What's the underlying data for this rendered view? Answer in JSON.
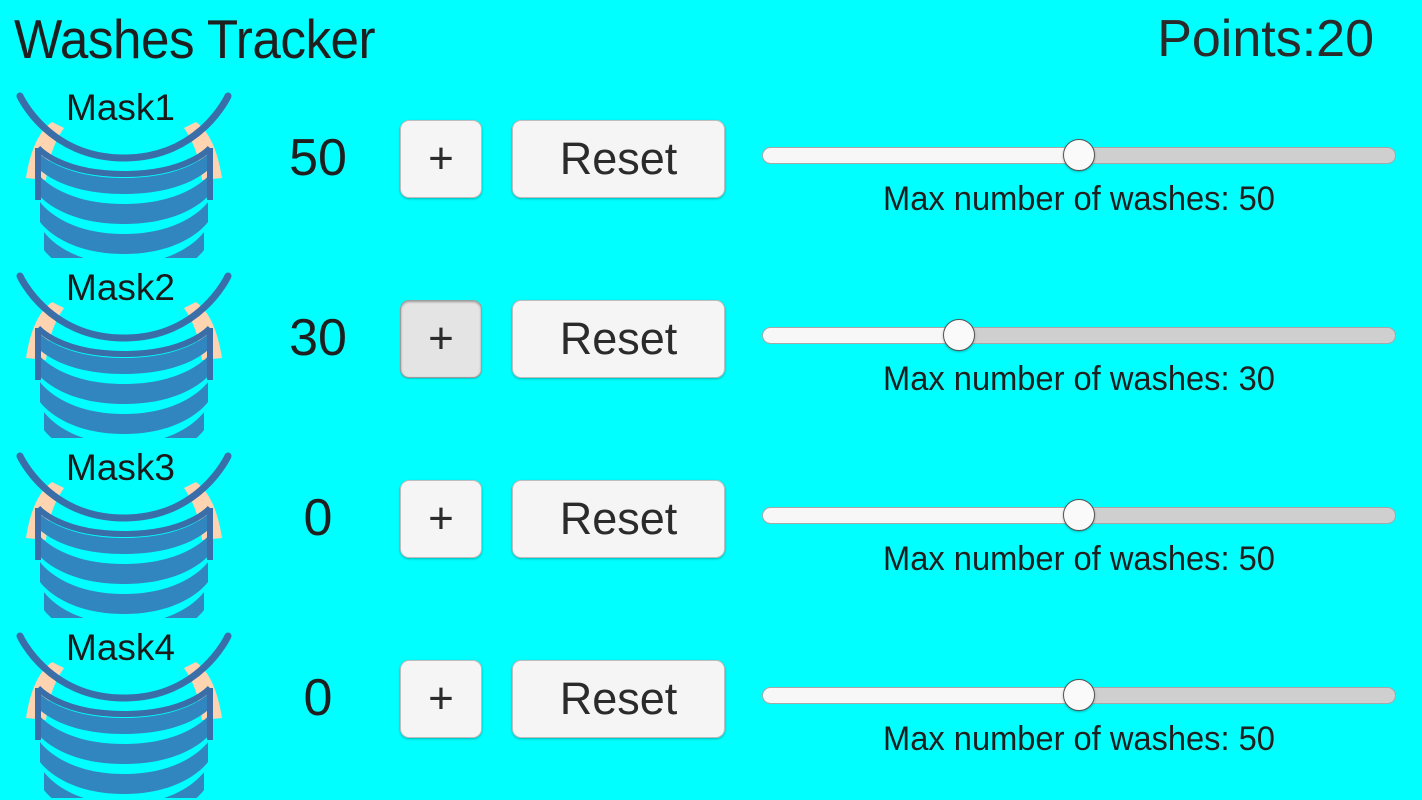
{
  "app": {
    "title": "Washes Tracker",
    "points_label": "Points:20",
    "background_color": "#00FFFF",
    "mask_color": "#3286c0",
    "mask_band_color": "#3a6ea8",
    "strap_color": "#ffd4b0",
    "text_color": "#1f1f1f"
  },
  "icons": {
    "mask": "face-mask-icon",
    "plus": "plus-icon"
  },
  "rows": [
    {
      "mask_label": "Mask1",
      "count": "50",
      "plus_label": "+",
      "reset_label": "Reset",
      "plus_pressed": false,
      "slider": {
        "value": 50,
        "min": 0,
        "max": 100,
        "percent": 50,
        "caption": "Max number of washes: 50"
      }
    },
    {
      "mask_label": "Mask2",
      "count": "30",
      "plus_label": "+",
      "reset_label": "Reset",
      "plus_pressed": true,
      "slider": {
        "value": 30,
        "min": 0,
        "max": 100,
        "percent": 31,
        "caption": "Max number of washes: 30"
      }
    },
    {
      "mask_label": "Mask3",
      "count": "0",
      "plus_label": "+",
      "reset_label": "Reset",
      "plus_pressed": false,
      "slider": {
        "value": 50,
        "min": 0,
        "max": 100,
        "percent": 50,
        "caption": "Max number of washes: 50"
      }
    },
    {
      "mask_label": "Mask4",
      "count": "0",
      "plus_label": "+",
      "reset_label": "Reset",
      "plus_pressed": false,
      "slider": {
        "value": 50,
        "min": 0,
        "max": 100,
        "percent": 50,
        "caption": "Max number of washes: 50"
      }
    }
  ]
}
